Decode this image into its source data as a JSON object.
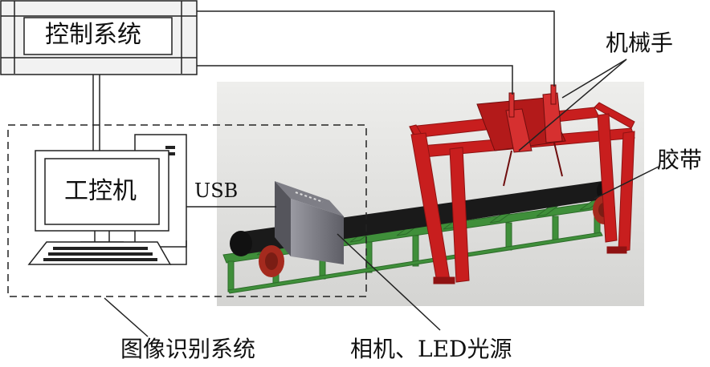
{
  "labels": {
    "control_system": "控制系统",
    "industrial_pc": "工控机",
    "usb": "USB",
    "robot_arm": "机械手",
    "conveyor_belt": "胶带",
    "image_recognition_system": "图像识别系统",
    "camera_led": "相机、LED光源"
  },
  "colors": {
    "frame_red": "#c81e1e",
    "frame_red_dark": "#8f1212",
    "conveyor_green": "#3f8f3a",
    "belt_black": "#1a1a1a",
    "photo_bg": "#e6e6e4",
    "line": "#222222"
  }
}
